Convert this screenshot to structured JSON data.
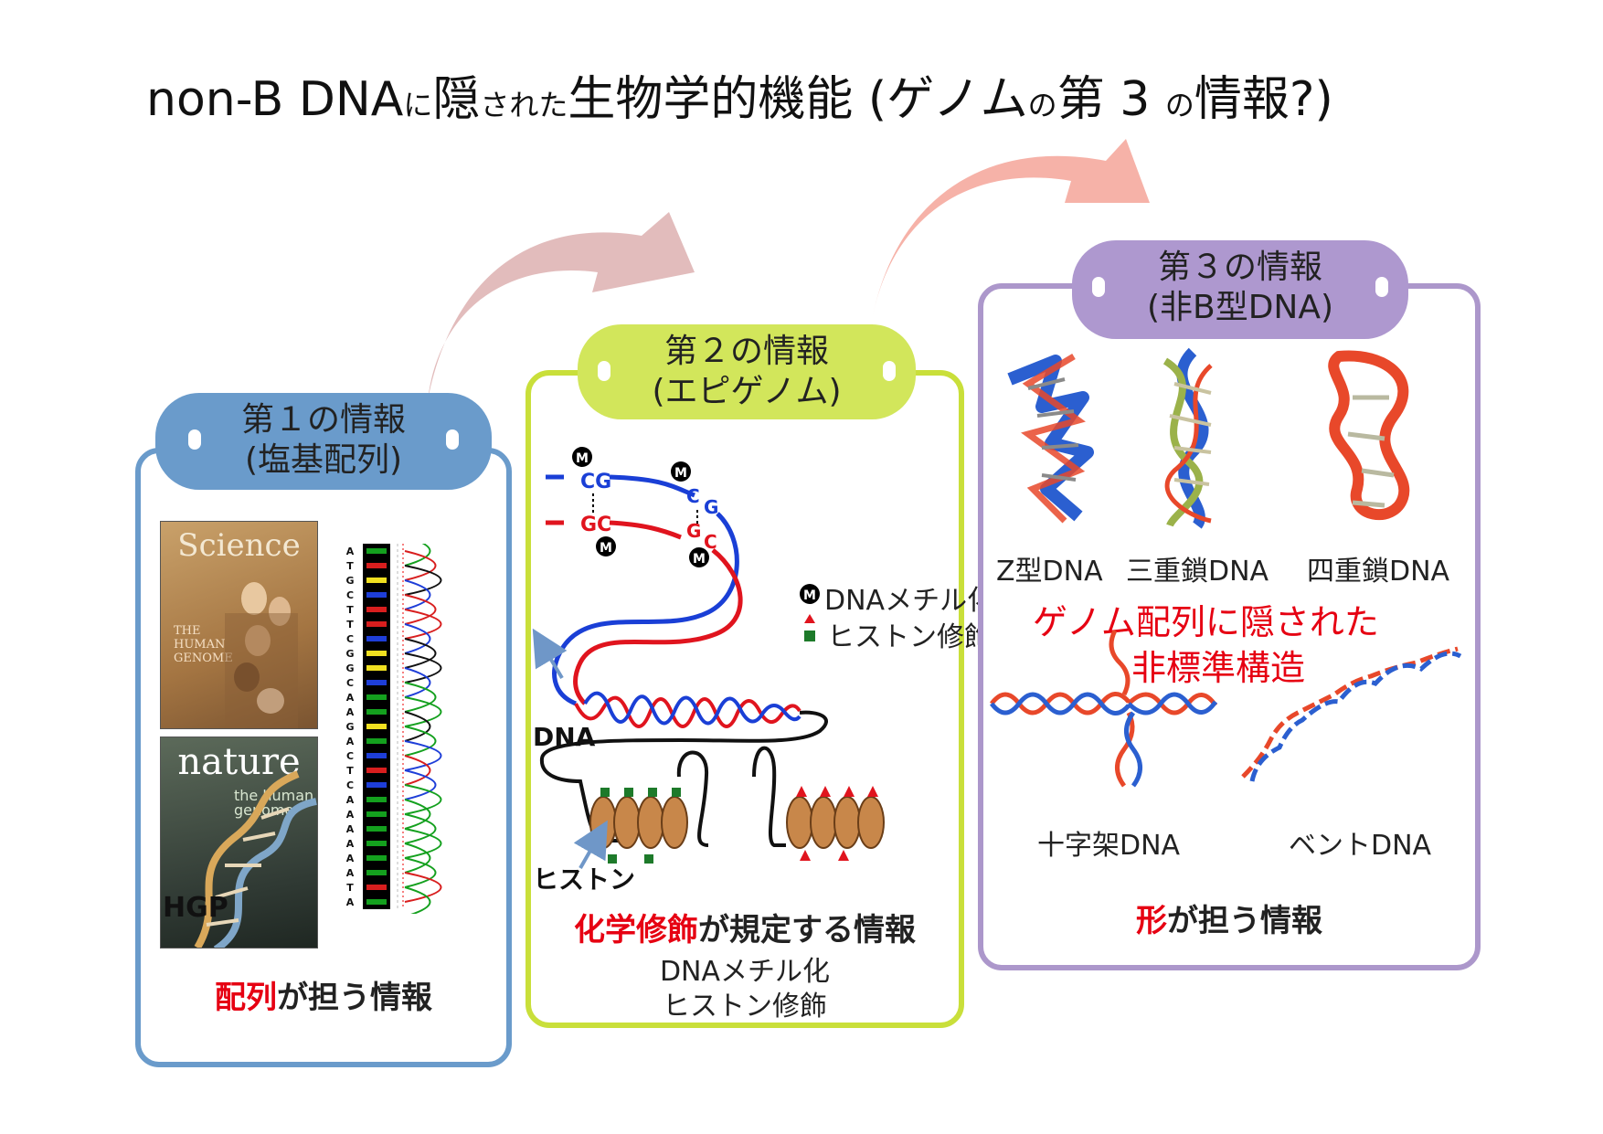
{
  "title": {
    "part1": "non-B DNA",
    "part2": "に",
    "part3": "隠",
    "part4": "された",
    "part5": "生物学的機能 (ゲノム",
    "part6": "の",
    "part7": "第 3 ",
    "part8": "の",
    "part9": "情報?)"
  },
  "panel1": {
    "tab_line1": "第１の情報",
    "tab_line2": "(塩基配列)",
    "science_title": "Science",
    "science_subtitle": "THE HUMAN GENOME",
    "nature_title": "nature",
    "nature_subtitle": "the human genome",
    "hgp": "HGP",
    "sequence": [
      "A",
      "T",
      "G",
      "C",
      "T",
      "T",
      "C",
      "G",
      "G",
      "C",
      "A",
      "A",
      "G",
      "A",
      "C",
      "T",
      "C",
      "A",
      "A",
      "A",
      "A",
      "A",
      "A",
      "T",
      "A"
    ],
    "caption_red": "配列",
    "caption_rest": "が担う情報"
  },
  "panel2": {
    "tab_line1": "第２の情報",
    "tab_line2": "(エピゲノム)",
    "cg_top": "CG",
    "gc_bottom": "GC",
    "cg_right_c": "C",
    "cg_right_g": "G",
    "gc_right_g": "G",
    "gc_right_c": "C",
    "methyl_marker": "M",
    "legend_methyl": "DNAメチル化",
    "legend_histone": "ヒストン修飾",
    "dna_label": "DNA",
    "histone_label": "ヒストン",
    "caption_red": "化学修飾",
    "caption_rest": "が規定する情報",
    "sub1": "DNAメチル化",
    "sub2": "ヒストン修飾"
  },
  "panel3": {
    "tab_line1": "第３の情報",
    "tab_line2": "(非B型DNA)",
    "z_dna": "Z型DNA",
    "triplex": "三重鎖DNA",
    "quadruplex": "四重鎖DNA",
    "hidden_line1": "ゲノム配列に隠された",
    "hidden_line2": "非標準構造",
    "cruciform": "十字架DNA",
    "bent": "ベントDNA",
    "caption_red": "形",
    "caption_rest": "が担う情報"
  },
  "colors": {
    "panel1": "#6a9bcb",
    "panel2": "#c9df3a",
    "panel3": "#ac97cb",
    "arrow1": "#e2bcbc",
    "arrow2": "#f6b2a8",
    "emphasis": "#e60012",
    "strand_blue": "#1a3fd6",
    "strand_red": "#e0141e"
  }
}
